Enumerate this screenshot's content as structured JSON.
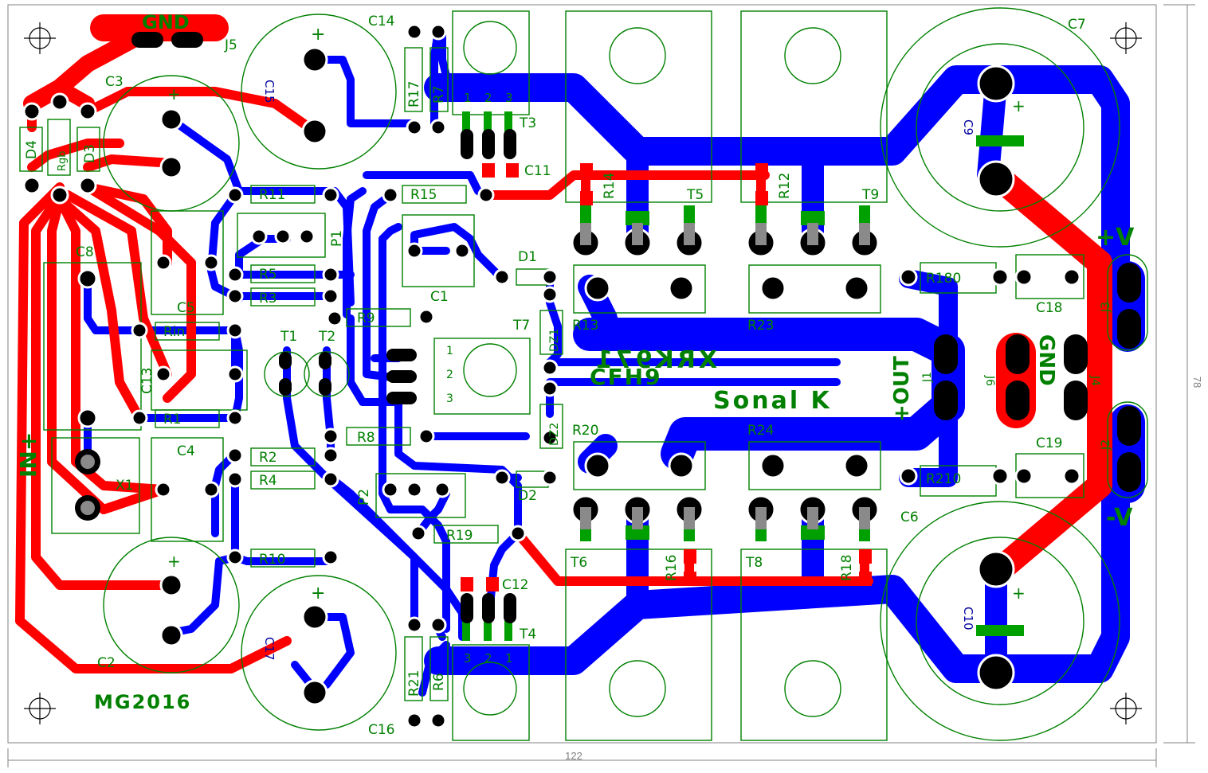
{
  "colors": {
    "background": "#ffffff",
    "board_outline": "#808080",
    "top_copper": "#ff0000",
    "bottom_copper": "#0000ff",
    "silkscreen": "#008000",
    "pad": "#000000",
    "pad_plating": "#8a8a8a",
    "smd_bridge": "#00ff00"
  },
  "board": {
    "title_text": "MG2016",
    "marking_main": "XRK971",
    "marking_sub": "Sonal K",
    "marking_cfh": "CFH9",
    "width_dimension": "122",
    "height_dimension": "78"
  },
  "connectors": {
    "gnd_top": "GND",
    "j5": "J5",
    "in_label": "IN+",
    "out_label": "+OUT",
    "gnd_right": "GND",
    "plus_v": "+V",
    "minus_v": "-V",
    "j1": "J1",
    "j2": "J2",
    "j3": "J3",
    "j4": "J4",
    "j6": "J6",
    "x1": "X1"
  },
  "components": {
    "capacitors": [
      "C1",
      "C2",
      "C3",
      "C4",
      "C5",
      "C6",
      "C7",
      "C8",
      "C9",
      "C10",
      "C11",
      "C12",
      "C13",
      "C14",
      "C15",
      "C16",
      "C17",
      "C18",
      "C19"
    ],
    "resistors": [
      "R1",
      "R2",
      "R3",
      "R4",
      "R5",
      "R6",
      "R7",
      "R8",
      "R9",
      "R10",
      "R11",
      "R12",
      "R13",
      "R14",
      "R15",
      "R16",
      "R17",
      "R18",
      "R19",
      "R20",
      "R21",
      "R23",
      "R24",
      "R180",
      "R210",
      "Rin",
      "Rgb"
    ],
    "transistors": [
      "T1",
      "T2",
      "T3",
      "T4",
      "T5",
      "T6",
      "T7",
      "T8",
      "T9"
    ],
    "diodes": [
      "D1",
      "D2",
      "D3",
      "D4",
      "DZ1",
      "DZ2"
    ],
    "pots": [
      "P1",
      "P2"
    ],
    "pin_numbers": [
      "1",
      "2",
      "3"
    ],
    "plus_sign": "+"
  }
}
